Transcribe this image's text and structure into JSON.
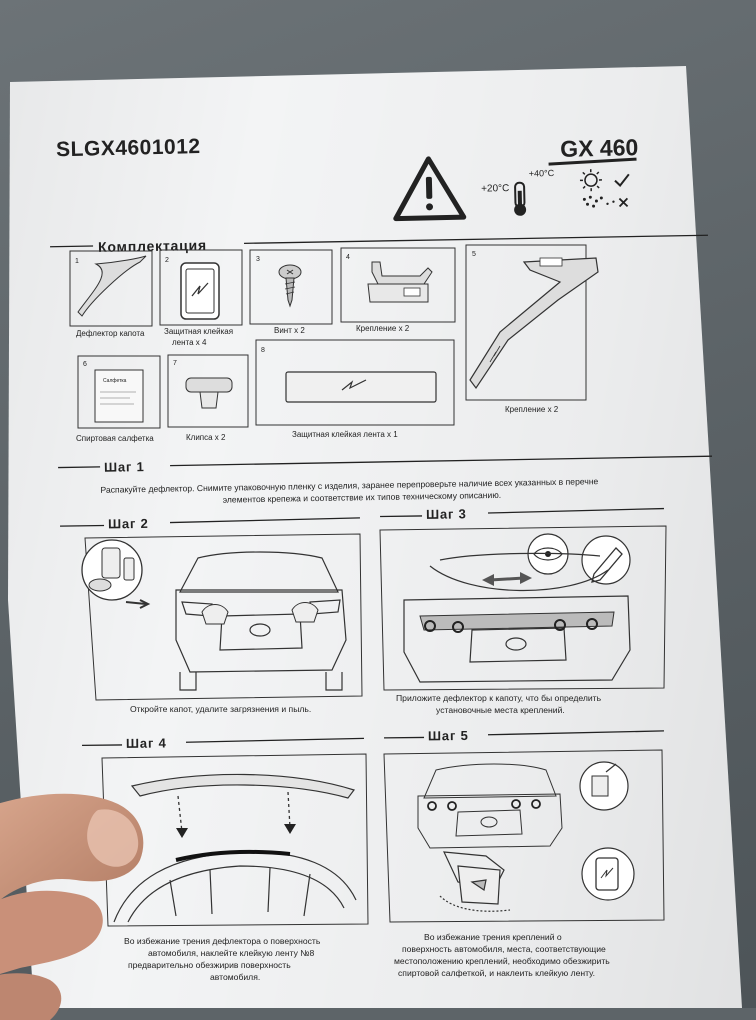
{
  "header": {
    "part_number": "SLGX4601012",
    "model": "GX 460"
  },
  "warnings": {
    "temp_low": "+20°C",
    "temp_high": "+40°C"
  },
  "contents": {
    "title": "Комплектация",
    "items": [
      {
        "num": "1",
        "label": "Дефлектор капота"
      },
      {
        "num": "2",
        "label": "Защитная клейкая лента  х 4"
      },
      {
        "num": "3",
        "label": "Винт х 2"
      },
      {
        "num": "4",
        "label": "Крепление х 2"
      },
      {
        "num": "5",
        "label": "Крепление х 2"
      },
      {
        "num": "6",
        "label": "Спиртовая салфетка",
        "pack_text": "Салфетка"
      },
      {
        "num": "7",
        "label": "Клипса х 2"
      },
      {
        "num": "8",
        "label": "Защитная клейкая лента х 1"
      }
    ]
  },
  "steps": [
    {
      "title": "Шаг 1",
      "text": "Распакуйте дефлектор. Снимите упаковочную пленку с изделия, заранее перепроверьте наличие  всех указанных в перечне элементов крепежа и соответствие их типов техническому описанию."
    },
    {
      "title": "Шаг 2",
      "text": "Откройте капот, удалите загрязнения и пыль."
    },
    {
      "title": "Шаг 3",
      "text": "Приложите дефлектор к капоту, что бы определить установочные места креплений."
    },
    {
      "title": "Шаг 4",
      "text": "Во избежание трения дефлектора о поверхность автомобиля, наклейте клейкую ленту №8 предварительно обезжирив поверхность автомобиля."
    },
    {
      "title": "Шаг 5",
      "text": "Во избежание трения креплений о поверхность автомобиля,  места, соответствующие местоположению креплений, необходимо обезжирить спиртовой салфеткой, и наклеить клейкую ленту."
    }
  ],
  "colors": {
    "paper": "#f3f4f5",
    "ink": "#222222",
    "background": "#5d6468"
  }
}
